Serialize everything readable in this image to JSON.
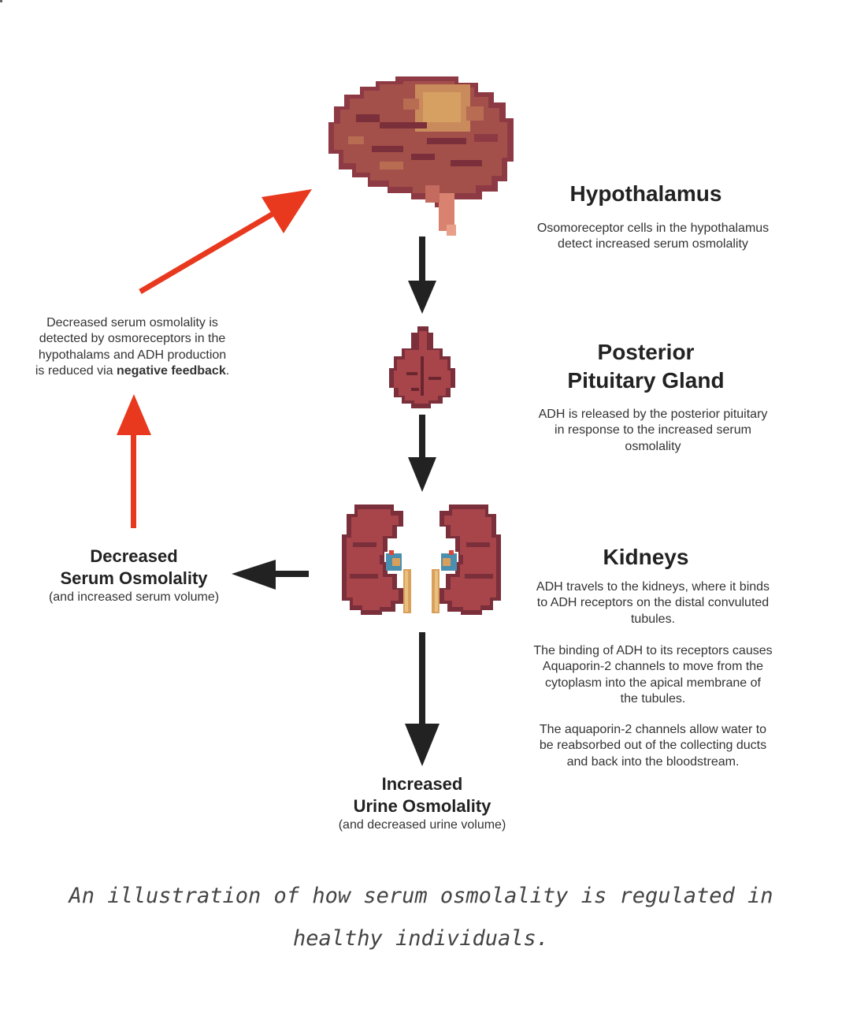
{
  "hypothalamus": {
    "title": "Hypothalamus",
    "desc_lines": [
      "Osomoreceptor cells in the hypothalamus",
      "detect increased serum osmolality"
    ]
  },
  "pituitary": {
    "title_lines": [
      "Posterior",
      "Pituitary Gland"
    ],
    "desc_lines": [
      "ADH is released by the posterior pituitary",
      "in response to the increased serum",
      "osmolality"
    ]
  },
  "kidneys": {
    "title": "Kidneys",
    "para1_lines": [
      "ADH travels to the kidneys, where it binds",
      "to ADH receptors on the distal convuluted",
      "tubules."
    ],
    "para2_lines": [
      "The binding of ADH to its receptors causes",
      "Aquaporin-2 channels to move from the",
      "cytoplasm into the apical membrane of",
      "the tubules."
    ],
    "para3_lines": [
      "The aquaporin-2 channels allow water to",
      "be reabsorbed out of the collecting ducts",
      "and back into the bloodstream."
    ]
  },
  "serum": {
    "title_lines": [
      "Decreased",
      "Serum Osmolality"
    ],
    "subtitle": "(and increased serum volume)"
  },
  "urine": {
    "title_lines": [
      "Increased",
      "Urine Osmolality"
    ],
    "subtitle": "(and decreased urine volume)"
  },
  "feedback": {
    "lines": [
      "Decreased serum osmolality is",
      "detected by osmoreceptors in the",
      "hypothalams and ADH production"
    ],
    "last_prefix": "is reduced via ",
    "last_bold": "negative feedback",
    "last_suffix": "."
  },
  "caption": {
    "lines": [
      "An illustration of how serum osmolality is regulated in",
      "healthy individuals."
    ]
  },
  "colors": {
    "feedback_arrow": "#e8391f",
    "flow_arrow": "#222222",
    "organ_dark": "#7a2f3a",
    "organ_mid": "#a8454a",
    "organ_light": "#c98a5c",
    "ureter": "#d9a05b"
  },
  "icons": [
    "brain-icon",
    "pituitary-gland-icon",
    "kidney-left-icon",
    "kidney-right-icon"
  ]
}
